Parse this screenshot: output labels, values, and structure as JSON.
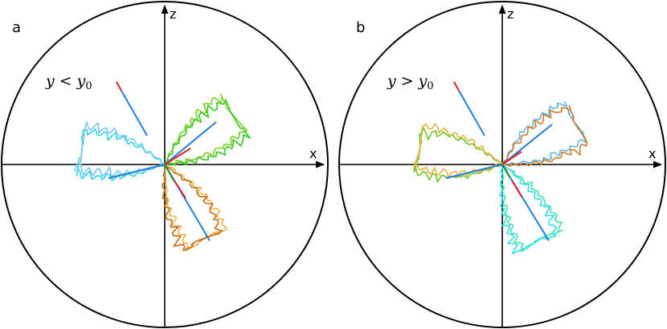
{
  "figure": {
    "panels": [
      {
        "id": "a",
        "label": "a",
        "condition": {
          "var": "y",
          "op": "<",
          "ref": "y",
          "sub": "0"
        },
        "axis_x": "x",
        "axis_z": "z",
        "petal_colors": {
          "upper_right": [
            "#7bd21c",
            "#35c81f"
          ],
          "left": [
            "#2ad7ee",
            "#79c8f0"
          ],
          "lower_right": [
            "#f0b243",
            "#c86c1a"
          ]
        }
      },
      {
        "id": "b",
        "label": "b",
        "condition": {
          "var": "y",
          "op": ">",
          "ref": "y",
          "sub": "0"
        },
        "axis_x": "x",
        "axis_z": "z",
        "petal_colors": {
          "upper_right": [
            "#5fb6e6",
            "#d07a2a"
          ],
          "left": [
            "#6cc52a",
            "#e8b43a"
          ],
          "lower_right": [
            "#3de8a6",
            "#2fdff0"
          ]
        }
      }
    ],
    "colors": {
      "ray_blue": "#1e7ee0",
      "ray_red": "#e0202a",
      "ray_green": "#1a8a1a",
      "axes": "#000000"
    }
  }
}
